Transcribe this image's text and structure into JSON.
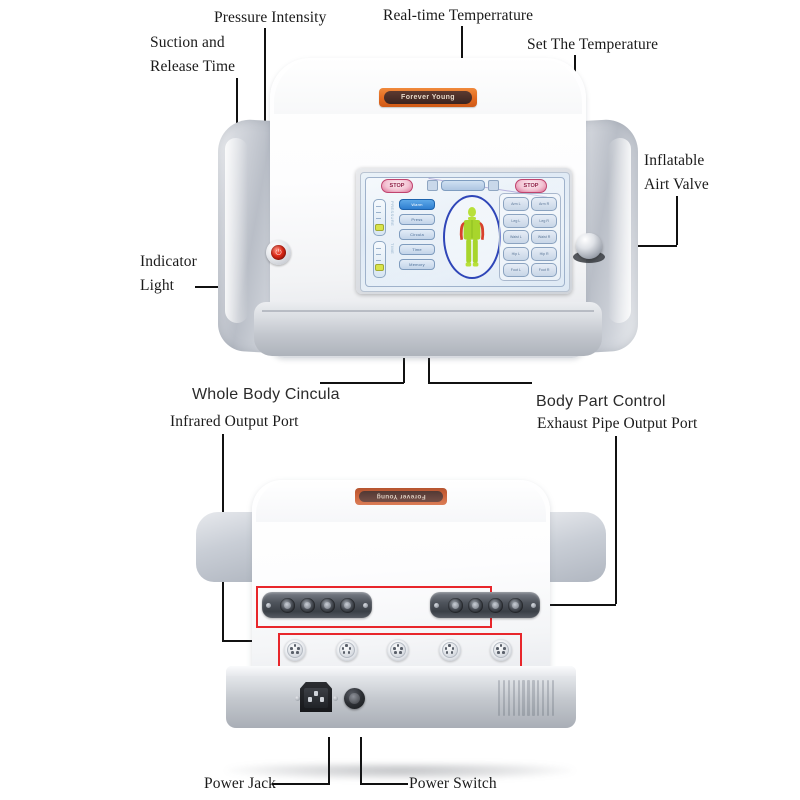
{
  "callouts": {
    "suction_release": "Suction and\nRelease Time",
    "suction_line1": "Suction and",
    "suction_line2": "Release Time",
    "pressure_intensity": "Pressure Intensity",
    "realtime_temp": "Real-time Temperrature",
    "set_temp": "Set The Temperature",
    "inflatable_line1": "Inflatable",
    "inflatable_line2": "Airt Valve",
    "indicator_line1": "Indicator",
    "indicator_line2": "Light",
    "whole_body": "Whole Body Cincula",
    "body_part_control": "Body Part Control",
    "infrared_output": "Infrared Output Port",
    "exhaust_pipe": "Exhaust Pipe Output Port",
    "power_jack": "Power Jack",
    "power_switch": "Power Switch"
  },
  "device": {
    "brand_badge": "Forever Young",
    "rear_brand_badge": "Forever Young"
  },
  "screen": {
    "stop_left": "STOP",
    "stop_right": "STOP",
    "left_buttons": [
      {
        "label": "Warm",
        "active": true
      },
      {
        "label": "Press",
        "active": false
      },
      {
        "label": "Circula",
        "active": false
      },
      {
        "label": "Time",
        "active": false
      },
      {
        "label": "Memory",
        "active": false
      }
    ],
    "slider_labels": [
      "PRESSURE",
      "TIME"
    ],
    "right_buttons": [
      "Arm L",
      "Arm R",
      "Leg L",
      "Leg R",
      "Waist L",
      "Waist R",
      "Hip L",
      "Hip R",
      "Foot L",
      "Foot R"
    ],
    "annotations": [
      "arm L",
      "leg L",
      "hip L",
      "arm R",
      "leg R"
    ]
  },
  "colors": {
    "accent_red": "#e8262b",
    "badge_orange": "#e2691f",
    "indicator_red": "#e02a18",
    "screen_blue": "#2f7fd0",
    "body_green": "#a8d52c",
    "oval_blue": "#2f46b8"
  }
}
